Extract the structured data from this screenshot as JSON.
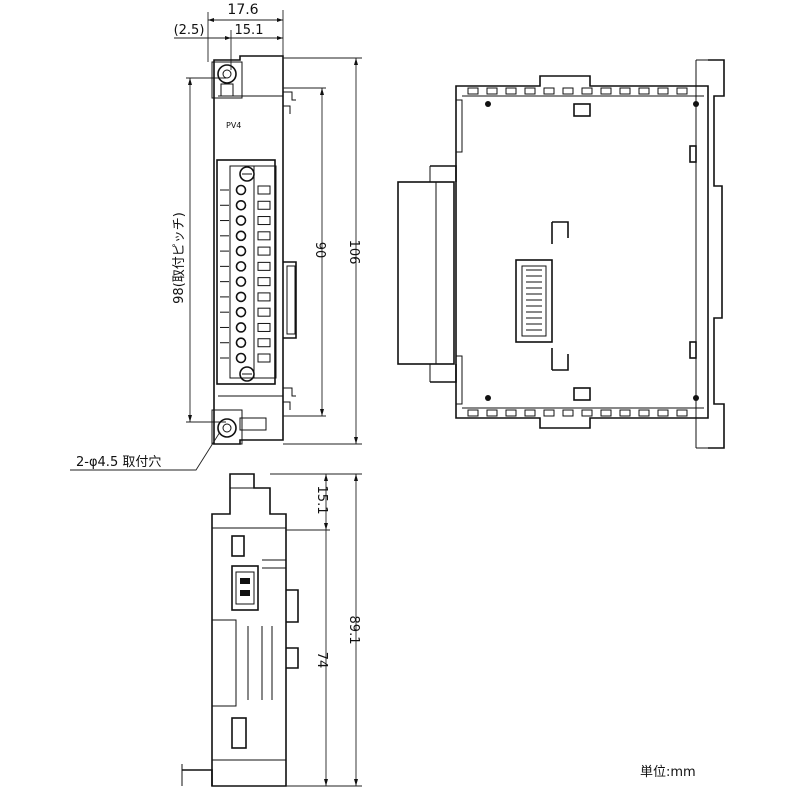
{
  "title": "",
  "front_view": {
    "width_17_6": "17.6",
    "offset_2_5": "(2.5)",
    "width_15_1": "15.1",
    "height_106": "106",
    "height_90": "90",
    "pitch_98": "98(取付ピッチ)",
    "holes_label": "2-φ4.5 取付穴",
    "module_label": "PV4",
    "terminal_count": 12
  },
  "bottom_view": {
    "dim_15_1": "15.1",
    "dim_89_1": "89.1",
    "dim_74": "74"
  },
  "unit": {
    "label": "単位:mm"
  }
}
